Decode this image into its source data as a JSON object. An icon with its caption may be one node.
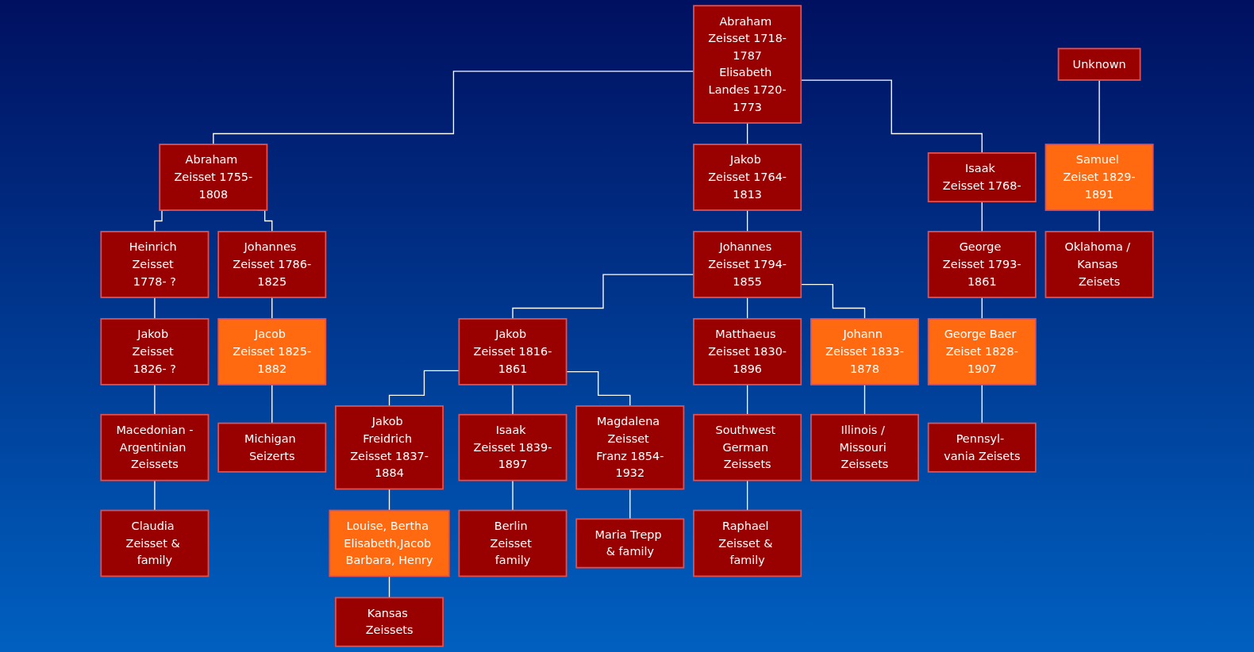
{
  "diagram": {
    "nodes": [
      {
        "text": [
          "Abraham Zeisset 1718-1787",
          "Elisabeth Landes 1720-1773"
        ]
      },
      {
        "text": [
          "Abraham Zeisset 1755-1808"
        ]
      },
      {
        "text": [
          "Jakob Zeisset 1764-1813"
        ]
      },
      {
        "text": [
          "Isaak Zeisset 1768-"
        ]
      },
      {
        "text": [
          "Heinrich Zeisset 1778- ?"
        ]
      },
      {
        "text": [
          "Johannes Zeisset 1786-1825"
        ]
      },
      {
        "text": [
          "Johannes Zeisset 1794-1855"
        ]
      },
      {
        "text": [
          "George Zeisset 1793-1861"
        ]
      },
      {
        "text": [
          "Unknown"
        ]
      },
      {
        "text": [
          "Jakob Zeisset 1826- ?"
        ]
      },
      {
        "text": [
          "Jacob Zeisset 1825-1882"
        ]
      },
      {
        "text": [
          "Jakob Zeisset 1816-1861"
        ]
      },
      {
        "text": [
          "Matthaeus Zeisset 1830-1896"
        ]
      },
      {
        "text": [
          "Johann Zeisset 1833-1878"
        ]
      },
      {
        "text": [
          "George Baer Zeiset 1828-1907"
        ]
      },
      {
        "text": [
          "Samuel Zeiset 1829-1891"
        ]
      },
      {
        "text": [
          "Macedonian -Argentinian Zeissets"
        ]
      },
      {
        "text": [
          "Michigan Seizerts"
        ]
      },
      {
        "text": [
          "Jakob Freidrich Zeisset 1837-1884"
        ]
      },
      {
        "text": [
          "Isaak Zeisset 1839-1897"
        ]
      },
      {
        "text": [
          "Magdalena Zeisset Franz 1854-1932"
        ]
      },
      {
        "text": [
          "Southwest German Zeissets"
        ]
      },
      {
        "text": [
          "Illinois / Missouri Zeissets"
        ]
      },
      {
        "text": [
          "Pennsyl- vania Zeisets"
        ]
      },
      {
        "text": [
          "Oklahoma / Kansas Zeisets"
        ]
      },
      {
        "text": [
          "Claudia Zeisset & family"
        ]
      },
      {
        "text": [
          "Louise, Bertha Elisabeth,Jacob Barbara, Henry"
        ]
      },
      {
        "text": [
          "Berlin Zeisset family"
        ]
      },
      {
        "text": [
          "Maria Trepp & family"
        ]
      },
      {
        "text": [
          "Raphael Zeisset & family"
        ]
      },
      {
        "text": [
          "Kansas Zeissets"
        ]
      }
    ],
    "edges": [
      {
        "from": 0,
        "to": 1,
        "arrow": "none"
      },
      {
        "from": 0,
        "to": 2,
        "arrow": "none"
      },
      {
        "from": 0,
        "to": 3,
        "arrow": "none"
      },
      {
        "from": 1,
        "to": 4,
        "arrow": "none"
      },
      {
        "from": 1,
        "to": 5,
        "arrow": "none"
      },
      {
        "from": 2,
        "to": 6,
        "arrow": "none"
      },
      {
        "from": 3,
        "to": 7,
        "arrow": "none"
      },
      {
        "from": 4,
        "to": 9,
        "arrow": "none"
      },
      {
        "from": 5,
        "to": 10,
        "arrow": "none"
      },
      {
        "from": 6,
        "to": 11,
        "arrow": "none"
      },
      {
        "from": 6,
        "to": 12,
        "arrow": "none"
      },
      {
        "from": 6,
        "to": 13,
        "arrow": "none"
      },
      {
        "from": 7,
        "to": 14,
        "arrow": "none"
      },
      {
        "from": 8,
        "to": 15,
        "arrow": "none"
      },
      {
        "from": 9,
        "to": 16,
        "arrow": "none"
      },
      {
        "from": 10,
        "to": 17,
        "arrow": "none"
      },
      {
        "from": 11,
        "to": 18,
        "arrow": "none"
      },
      {
        "from": 11,
        "to": 19,
        "arrow": "none"
      },
      {
        "from": 11,
        "to": 20,
        "arrow": "none"
      },
      {
        "from": 12,
        "to": 21,
        "arrow": "none"
      },
      {
        "from": 13,
        "to": 22,
        "arrow": "none"
      },
      {
        "from": 14,
        "to": 23,
        "arrow": "none"
      },
      {
        "from": 15,
        "to": 24,
        "arrow": "none"
      },
      {
        "from": 16,
        "to": 25,
        "arrow": "none"
      },
      {
        "from": 18,
        "to": 26,
        "arrow": "none"
      },
      {
        "from": 19,
        "to": 27,
        "arrow": "none"
      },
      {
        "from": 20,
        "to": 28,
        "arrow": "none"
      },
      {
        "from": 21,
        "to": 29,
        "arrow": "none"
      },
      {
        "from": 26,
        "to": 30,
        "arrow": "none"
      }
    ]
  }
}
